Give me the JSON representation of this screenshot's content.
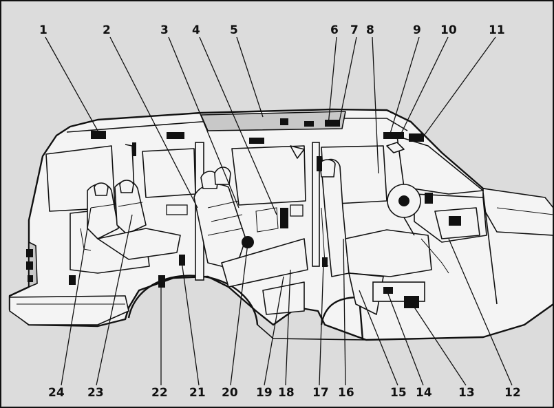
{
  "labels": {
    "top": [
      "1",
      "2",
      "3",
      "4",
      "5",
      "6",
      "7",
      "8",
      "9",
      "10",
      "11"
    ],
    "bottom": [
      "24",
      "23",
      "22",
      "21",
      "20",
      "19",
      "18",
      "17",
      "16",
      "15",
      "14",
      "13",
      "12"
    ]
  }
}
